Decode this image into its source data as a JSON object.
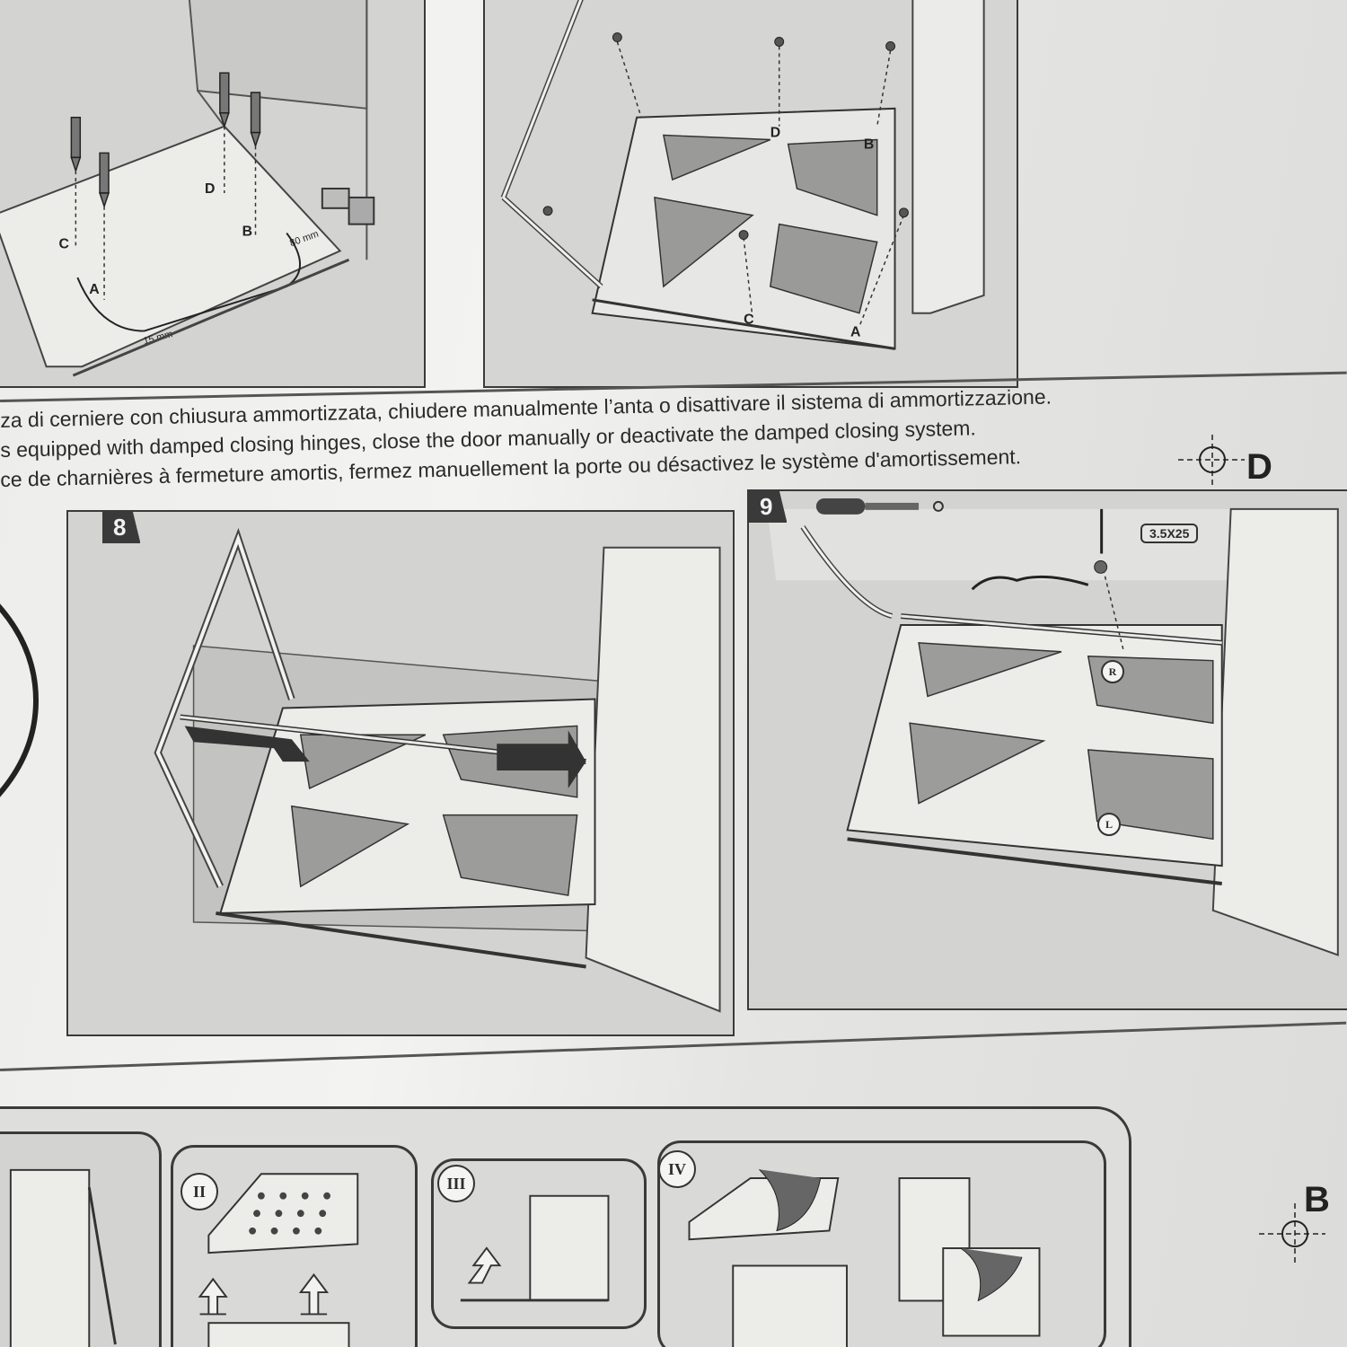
{
  "captions": {
    "it": "za di cerniere con chiusura ammortizzata, chiudere manualmente l’anta o disattivare il sistema di ammortizzazione.",
    "en": "s equipped with damped closing hinges,  close the door manually or deactivate the damped closing system.",
    "fr": "ce de charnières à fermeture amortis, fermez manuellement la porte ou désactivez le système d'amortissement."
  },
  "reference_marks": {
    "top": "D",
    "bottom": "B"
  },
  "panel_top_left": {
    "points": [
      "D",
      "B",
      "C",
      "A"
    ],
    "dim_80": "80 mm",
    "dim_15": "15 mm"
  },
  "panel_top_right": {
    "points": [
      "D",
      "B",
      "C",
      "A"
    ]
  },
  "step8": {
    "number": "8"
  },
  "step9": {
    "number": "9",
    "screw_size": "3.5X25",
    "mark_r": "R",
    "mark_l": "L"
  },
  "substeps": [
    "II",
    "III",
    "IV"
  ],
  "icons": [
    "screwdriver-icon",
    "arrow-right-icon",
    "arrow-up-icon",
    "crosshair-icon"
  ]
}
